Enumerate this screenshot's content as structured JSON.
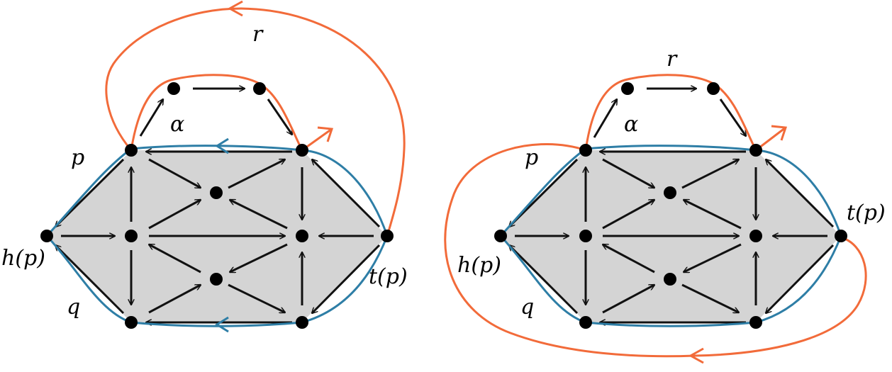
{
  "colors": {
    "region_fill": "#d4d4d4",
    "arrow": "#111111",
    "blue_path": "#2e7ea6",
    "orange_path": "#f26b3a",
    "vertex": "#000000"
  },
  "diagrams": [
    {
      "labels": {
        "p": "p",
        "q": "q",
        "r": "r",
        "alpha": "α",
        "head": "h(p)",
        "tail": "t(p)"
      }
    },
    {
      "labels": {
        "p": "p",
        "q": "q",
        "r": "r",
        "alpha": "α",
        "head": "h(p)",
        "tail": "t(p)"
      }
    }
  ]
}
